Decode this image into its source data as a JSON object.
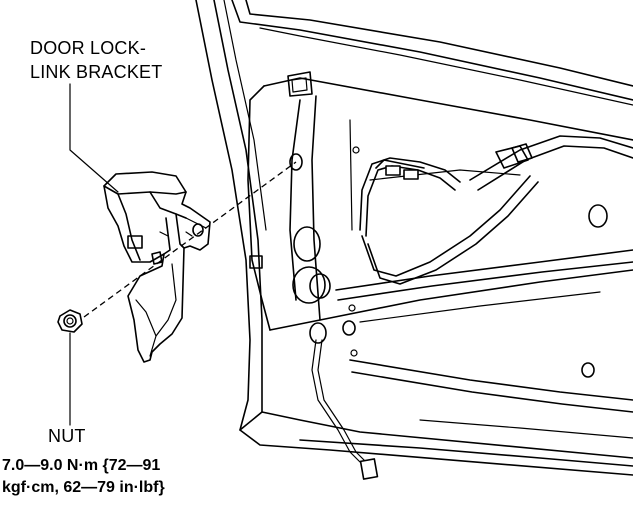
{
  "labels": {
    "bracket_line1": "DOOR LOCK-",
    "bracket_line2": "LINK BRACKET",
    "nut": "NUT",
    "torque_line1": "7.0—9.0 N·m {72—91",
    "torque_line2": "kgf·cm, 62—79 in·lbf}"
  }
}
